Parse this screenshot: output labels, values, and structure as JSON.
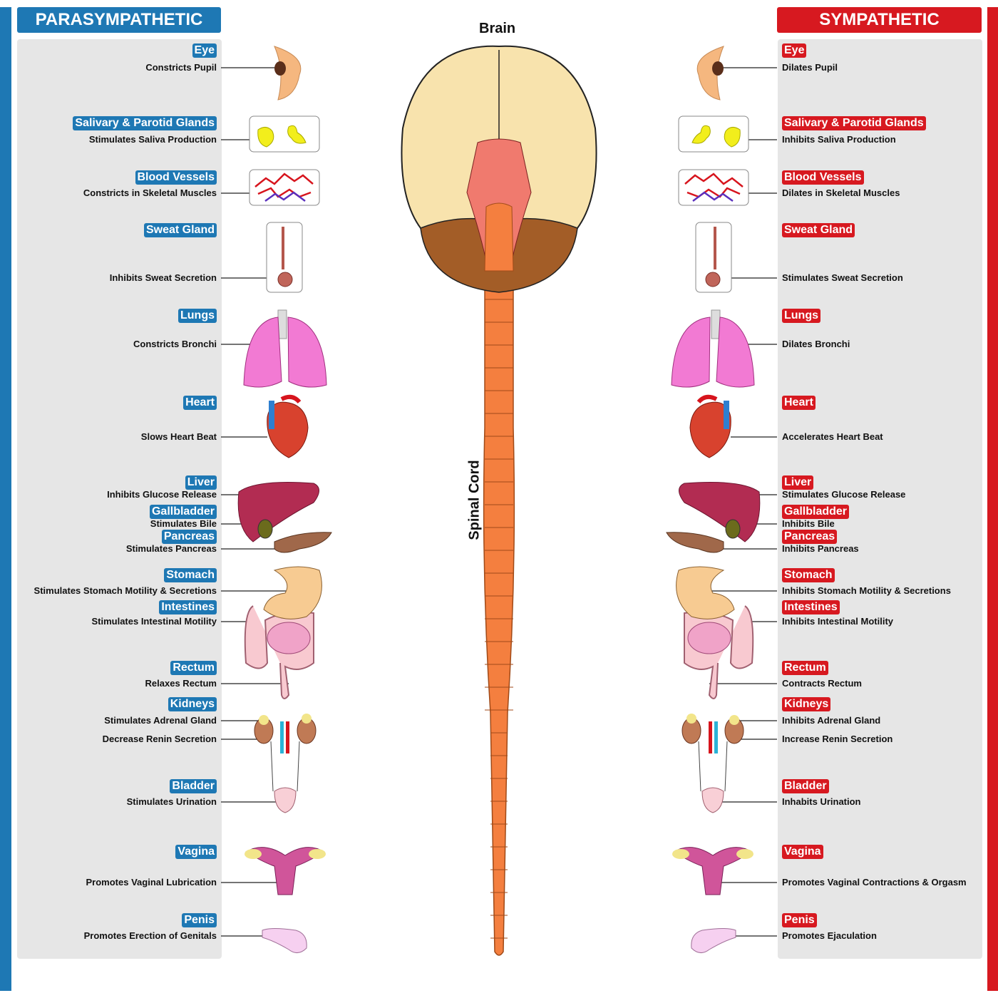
{
  "title_brain": "Brain",
  "title_spinal": "Spinal Cord",
  "colors": {
    "parasympathetic": "#1e78b4",
    "sympathetic": "#d71920"
  },
  "parasympathetic": {
    "heading": "PARASYMPATHETIC",
    "items": [
      {
        "label": "Eye",
        "effects": [
          "Constricts Pupil"
        ]
      },
      {
        "label": "Salivary & Parotid Glands",
        "effects": [
          "Stimulates Saliva Production"
        ]
      },
      {
        "label": "Blood Vessels",
        "effects": [
          "Constricts in Skeletal Muscles"
        ]
      },
      {
        "label": "Sweat Gland",
        "effects": [
          "Inhibits Sweat Secretion"
        ]
      },
      {
        "label": "Lungs",
        "effects": [
          "Constricts Bronchi"
        ]
      },
      {
        "label": "Heart",
        "effects": [
          "Slows Heart Beat"
        ]
      },
      {
        "label": "Liver",
        "effects": [
          "Inhibits Glucose Release"
        ]
      },
      {
        "label": "Gallbladder",
        "effects": [
          "Stimulates Bile"
        ]
      },
      {
        "label": "Pancreas",
        "effects": [
          "Stimulates Pancreas"
        ]
      },
      {
        "label": "Stomach",
        "effects": [
          "Stimulates Stomach Motility & Secretions"
        ]
      },
      {
        "label": "Intestines",
        "effects": [
          "Stimulates Intestinal Motility"
        ]
      },
      {
        "label": "Rectum",
        "effects": [
          "Relaxes Rectum"
        ]
      },
      {
        "label": "Kidneys",
        "effects": [
          "Stimulates Adrenal Gland",
          "Decrease Renin Secretion"
        ]
      },
      {
        "label": "Bladder",
        "effects": [
          "Stimulates Urination"
        ]
      },
      {
        "label": "Vagina",
        "effects": [
          "Promotes Vaginal Lubrication"
        ]
      },
      {
        "label": "Penis",
        "effects": [
          "Promotes Erection of Genitals"
        ]
      }
    ]
  },
  "sympathetic": {
    "heading": "SYMPATHETIC",
    "items": [
      {
        "label": "Eye",
        "effects": [
          "Dilates Pupil"
        ]
      },
      {
        "label": "Salivary & Parotid Glands",
        "effects": [
          "Inhibits Saliva Production"
        ]
      },
      {
        "label": "Blood Vessels",
        "effects": [
          "Dilates in Skeletal Muscles"
        ]
      },
      {
        "label": "Sweat Gland",
        "effects": [
          "Stimulates Sweat Secretion"
        ]
      },
      {
        "label": "Lungs",
        "effects": [
          "Dilates Bronchi"
        ]
      },
      {
        "label": "Heart",
        "effects": [
          "Accelerates Heart Beat"
        ]
      },
      {
        "label": "Liver",
        "effects": [
          "Stimulates Glucose Release"
        ]
      },
      {
        "label": "Gallbladder",
        "effects": [
          "Inhibits Bile"
        ]
      },
      {
        "label": "Pancreas",
        "effects": [
          "Inhibits Pancreas"
        ]
      },
      {
        "label": "Stomach",
        "effects": [
          "Inhibits Stomach Motility & Secretions"
        ]
      },
      {
        "label": "Intestines",
        "effects": [
          "Inhibits Intestinal Motility"
        ]
      },
      {
        "label": "Rectum",
        "effects": [
          "Contracts Rectum"
        ]
      },
      {
        "label": "Kidneys",
        "effects": [
          "Inhibits Adrenal Gland",
          "Increase Renin Secretion"
        ]
      },
      {
        "label": "Bladder",
        "effects": [
          "Inhabits Urination"
        ]
      },
      {
        "label": "Vagina",
        "effects": [
          "Promotes Vaginal Contractions & Orgasm"
        ]
      },
      {
        "label": "Penis",
        "effects": [
          "Promotes Ejaculation"
        ]
      }
    ]
  }
}
